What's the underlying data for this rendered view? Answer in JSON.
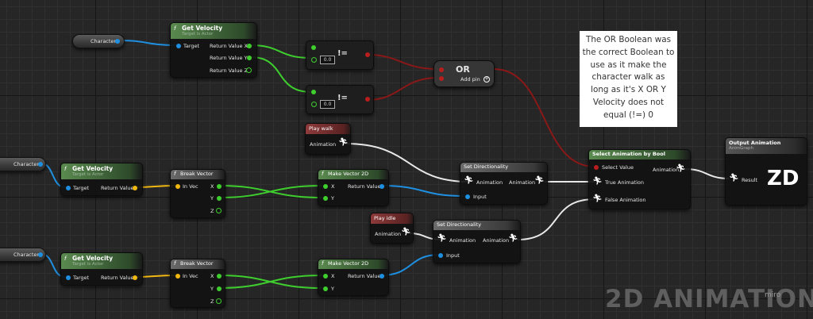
{
  "note": {
    "text": "The OR Boolean was the correct Boolean to use as it make the character walk as long as it's X OR Y Velocity does not equal (!=)  0"
  },
  "watermark": {
    "text": "2D ANIMATION",
    "brand": "miro"
  },
  "output_logo": "ZD",
  "nodes": {
    "character_top": {
      "label": "Character"
    },
    "character_mid": {
      "label": "Character"
    },
    "character_bot": {
      "label": "Character"
    },
    "get_velocity_top": {
      "title": "Get Velocity",
      "subtitle": "Target is Actor",
      "fn_icon": "f",
      "target": "Target",
      "out_x": "Return Value X",
      "out_y": "Return Value Y",
      "out_z": "Return Value Z"
    },
    "neq_1": {
      "op": "!=",
      "value": "0.0"
    },
    "neq_2": {
      "op": "!=",
      "value": "0.0"
    },
    "or_node": {
      "title": "OR",
      "add_pin": "Add pin"
    },
    "play_walk": {
      "title": "Play walk",
      "animation": "Animation"
    },
    "play_idle": {
      "title": "Play idle",
      "animation": "Animation"
    },
    "get_velocity_mid": {
      "title": "Get Velocity",
      "subtitle": "Target is Actor",
      "fn_icon": "f",
      "target": "Target",
      "return_value": "Return Value"
    },
    "get_velocity_bot": {
      "title": "Get Velocity",
      "subtitle": "Target is Actor",
      "fn_icon": "f",
      "target": "Target",
      "return_value": "Return Value"
    },
    "break_vector_mid": {
      "title": "Break Vector",
      "fn_icon": "f",
      "in_vec": "In Vec",
      "x": "X",
      "y": "Y",
      "z": "Z"
    },
    "break_vector_bot": {
      "title": "Break Vector",
      "fn_icon": "f",
      "in_vec": "In Vec",
      "x": "X",
      "y": "Y",
      "z": "Z"
    },
    "make_vector_mid": {
      "title": "Make Vector 2D",
      "fn_icon": "f",
      "x": "X",
      "y": "Y",
      "return_value": "Return Value"
    },
    "make_vector_bot": {
      "title": "Make Vector 2D",
      "fn_icon": "f",
      "x": "X",
      "y": "Y",
      "return_value": "Return Value"
    },
    "set_dir_top": {
      "title": "Set Directionality",
      "animation_in": "Animation",
      "animation_out": "Animation",
      "input": "Input"
    },
    "set_dir_bot": {
      "title": "Set Directionality",
      "animation_in": "Animation",
      "animation_out": "Animation",
      "input": "Input"
    },
    "select_anim": {
      "title": "Select Animation by Bool",
      "select_value": "Select Value",
      "true_anim": "True Animation",
      "false_anim": "False Animation",
      "animation": "Animation"
    },
    "output_anim": {
      "title": "Output Animation",
      "subtitle": "AnimGraph",
      "result": "Result"
    }
  },
  "colors": {
    "exec_white": "#ffffff",
    "bool_red": "#b81e1e",
    "object_blue": "#1f8fe0",
    "float_green": "#3ecf2e",
    "vector_yellow": "#f1b812"
  }
}
